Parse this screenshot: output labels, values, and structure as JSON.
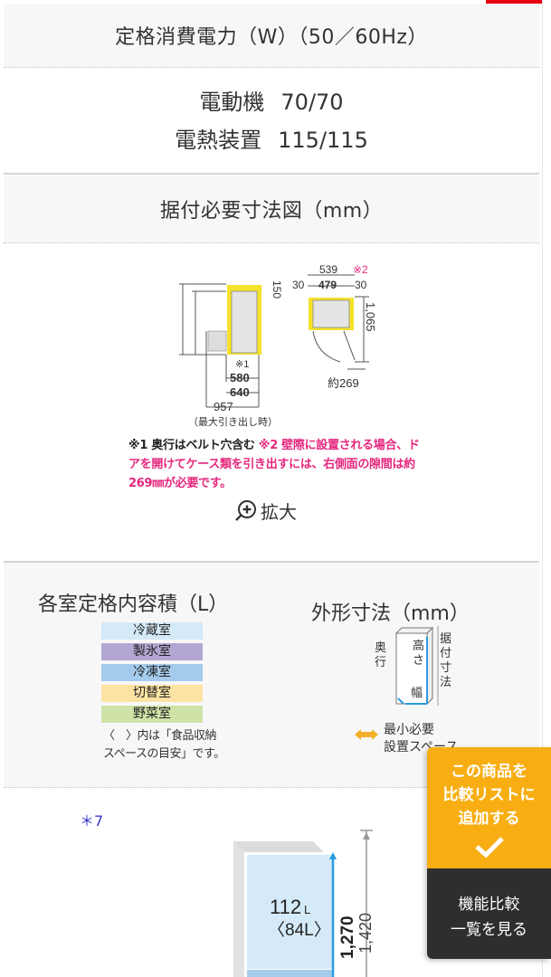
{
  "power": {
    "header": "定格消費電力（W）（50／60Hz）",
    "rows": [
      {
        "label": "電動機",
        "value": "70/70"
      },
      {
        "label": "電熱装置",
        "value": "115/115"
      }
    ]
  },
  "install": {
    "header": "据付必要寸法図（mm）",
    "side_view": {
      "height_total": "1,420",
      "height_body": "1,270",
      "top_clearance": "150",
      "note_marker": "※1",
      "depth_body": "580",
      "depth_total": "640",
      "depth_drawer_out": "957",
      "drawer_caption": "（最大引き出し時）"
    },
    "top_view": {
      "width_total": "539",
      "marker": "※2",
      "left_gap": "30",
      "width_body": "479",
      "right_gap": "30",
      "door_swing": "1,065",
      "side_clearance": "約269"
    },
    "note_black": "※1 奥行はベルト穴含む",
    "note_pink": "※2 壁際に設置される場合、ドアを開けてケース類を引き出すには、右側面の隙間は約269㎜が必要です。",
    "zoom_label": "拡大"
  },
  "capacity": {
    "title": "各室定格内容積（L）",
    "legend": [
      {
        "label": "冷蔵室",
        "color": "#d5eaf8"
      },
      {
        "label": "製氷室",
        "color": "#b3a6d3"
      },
      {
        "label": "冷凍室",
        "color": "#a4cbec"
      },
      {
        "label": "切替室",
        "color": "#fde3a3"
      },
      {
        "label": "野菜室",
        "color": "#cfe3a8"
      }
    ],
    "note_line1": "〈　〉内は「食品収納",
    "note_line2": "スペースの目安」です。"
  },
  "outer": {
    "title": "外形寸法（mm）",
    "labels": {
      "depth": "奥行",
      "height": "高さ",
      "width": "幅",
      "install": "据付寸法"
    },
    "min_space_line1": "最小必要",
    "min_space_line2": "設置スペース"
  },
  "fridge": {
    "footnote": "＊7",
    "capacity": "112",
    "capacity_unit": "L",
    "food_space": "〈84L〉",
    "height_body": "1,270",
    "height_total": "1,420"
  },
  "compare": {
    "add_line1": "この商品を",
    "add_line2": "比較リストに",
    "add_line3": "追加する",
    "list_line1": "機能比較",
    "list_line2": "一覧を見る"
  },
  "colors": {
    "accent_orange": "#f8ae13",
    "dark_panel": "#2e2e2e",
    "note_pink": "#e4287d",
    "brand_red": "#e60012",
    "diagram_yellow": "#f5e22a"
  }
}
